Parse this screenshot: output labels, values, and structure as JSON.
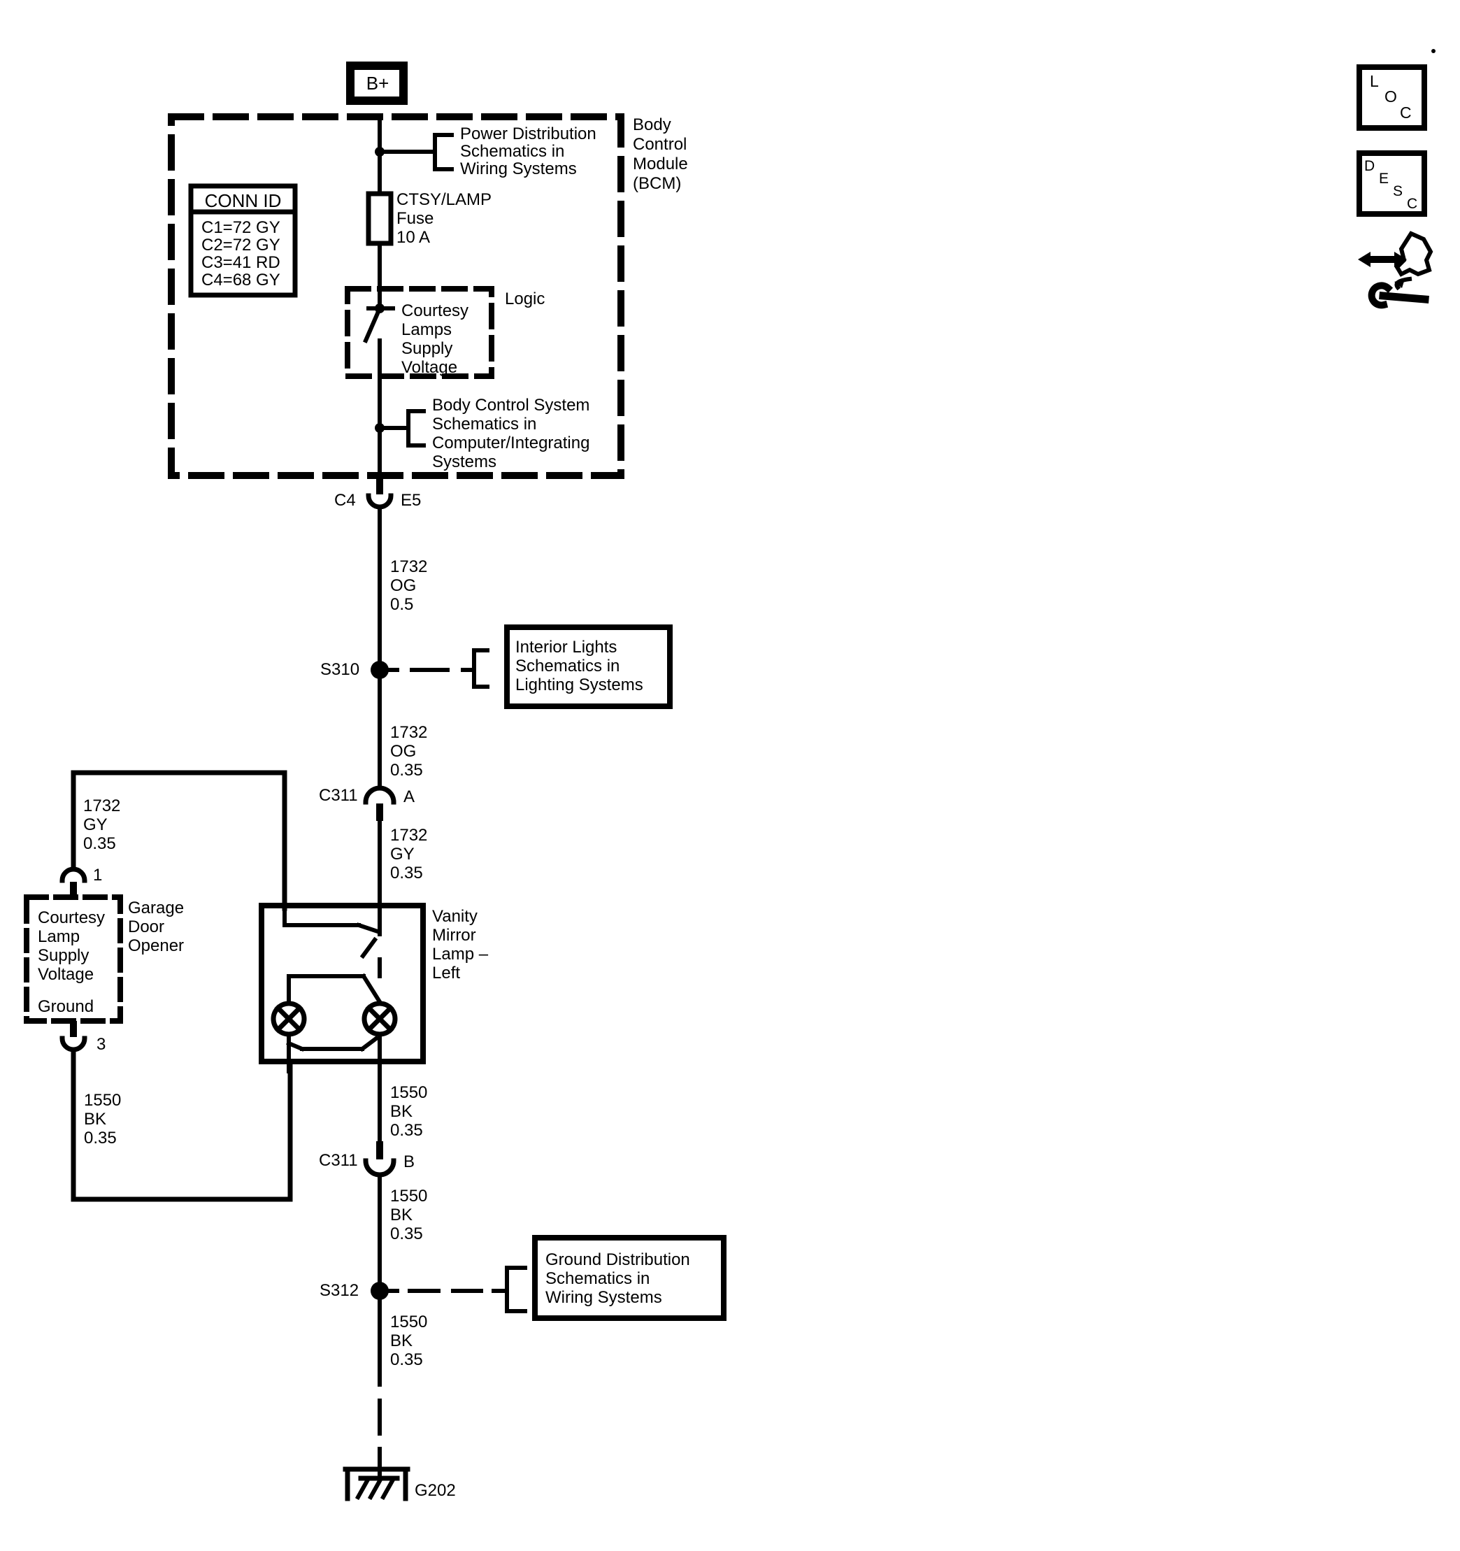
{
  "colors": {
    "ink": "#000000",
    "paper": "#ffffff"
  },
  "battery": {
    "label": "B+"
  },
  "bcm": {
    "module_label": [
      "Body",
      "Control",
      "Module",
      "(BCM)"
    ],
    "power_note": [
      "Power Distribution",
      "Schematics in",
      "Wiring Systems"
    ],
    "fuse": [
      "CTSY/LAMP",
      "Fuse",
      "10 A"
    ],
    "conn_id": {
      "header": "CONN ID",
      "rows": [
        "C1=72 GY",
        "C2=72 GY",
        "C3=41 RD",
        "C4=68 GY"
      ]
    },
    "logic": {
      "label": "Logic",
      "switch_signal": [
        "Courtesy",
        "Lamps",
        "Supply",
        "Voltage"
      ]
    },
    "body_note": [
      "Body Control System",
      "Schematics in",
      "Computer/Integrating",
      "Systems"
    ]
  },
  "connectors": {
    "c4": {
      "name": "C4",
      "pin": "E5"
    },
    "c311_a": {
      "name": "C311",
      "pin": "A"
    },
    "c311_b": {
      "name": "C311",
      "pin": "B"
    }
  },
  "splices": {
    "s310": "S310",
    "s312": "S312"
  },
  "notes": {
    "interior_lights": [
      "Interior Lights",
      "Schematics in",
      "Lighting Systems"
    ],
    "ground_dist": [
      "Ground Distribution",
      "Schematics in",
      "Wiring Systems"
    ]
  },
  "wire_labels": {
    "og_05": [
      "1732",
      "OG",
      "0.5"
    ],
    "og_035": [
      "1732",
      "OG",
      "0.35"
    ],
    "gy_035_main": [
      "1732",
      "GY",
      "0.35"
    ],
    "gy_035_branch": [
      "1732",
      "GY",
      "0.35"
    ],
    "bk_035_lamp": [
      "1550",
      "BK",
      "0.35"
    ],
    "bk_035_mid": [
      "1550",
      "BK",
      "0.35"
    ],
    "bk_035_low": [
      "1550",
      "BK",
      "0.35"
    ],
    "bk_035_branch": [
      "1550",
      "BK",
      "0.35"
    ]
  },
  "garage_door_opener": {
    "label": [
      "Garage",
      "Door",
      "Opener"
    ],
    "pin1": "1",
    "pin3": "3",
    "signals": [
      "Courtesy",
      "Lamp",
      "Supply",
      "Voltage"
    ],
    "ground_signal": "Ground"
  },
  "vanity_lamp": {
    "label": [
      "Vanity",
      "Mirror",
      "Lamp –",
      "Left"
    ]
  },
  "ground": {
    "label": "G202"
  },
  "corner_icons": {
    "loc": [
      "L",
      "O",
      "C"
    ],
    "desc": [
      "D",
      "E",
      "S",
      "C"
    ]
  }
}
